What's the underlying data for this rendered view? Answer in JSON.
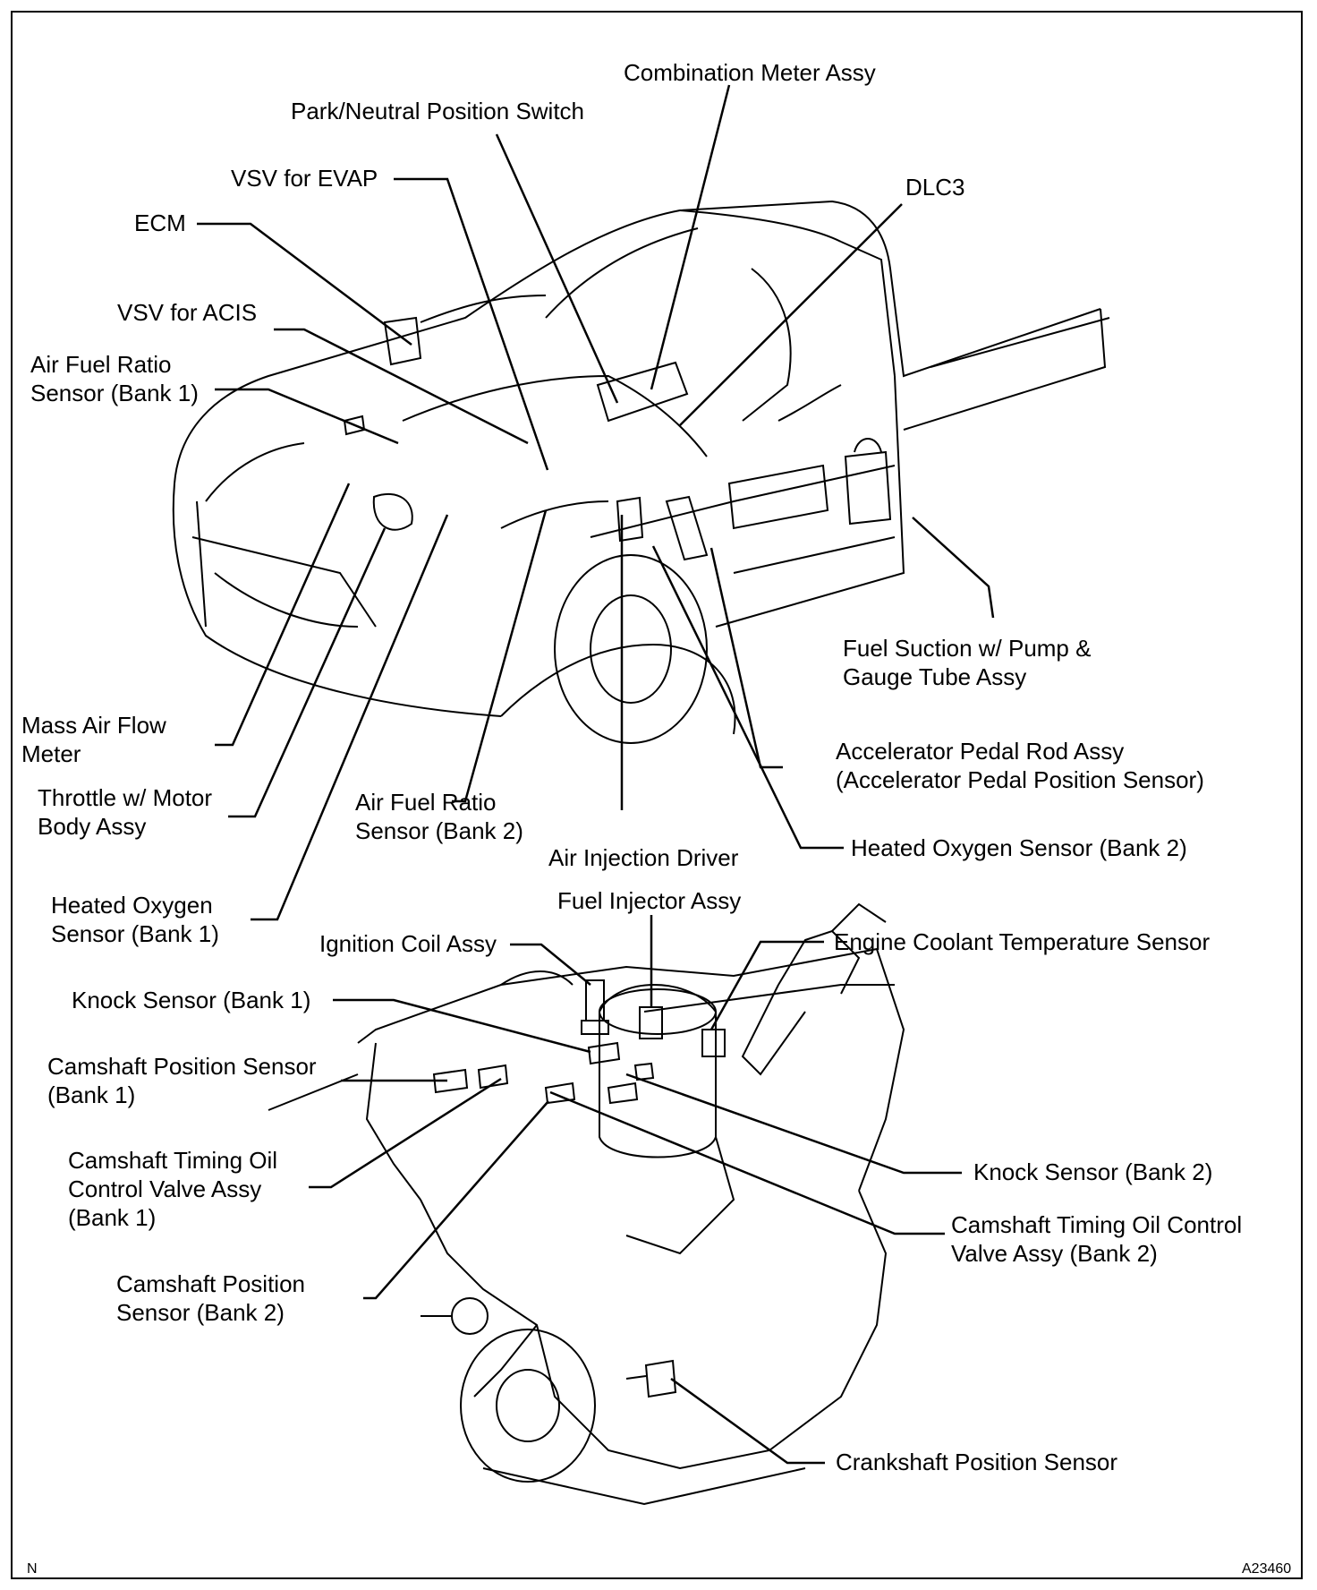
{
  "labels": {
    "combination_meter": "Combination Meter Assy",
    "park_neutral": "Park/Neutral Position Switch",
    "vsv_evap": "VSV for EVAP",
    "dlc3": "DLC3",
    "ecm": "ECM",
    "vsv_acis": "VSV for ACIS",
    "af_sensor_b1": [
      "Air Fuel Ratio",
      "Sensor (Bank 1)"
    ],
    "fuel_suction": [
      "Fuel Suction w/ Pump &",
      "Gauge Tube Assy"
    ],
    "mass_air_flow": [
      "Mass Air Flow",
      "Meter"
    ],
    "accel_pedal": [
      "Accelerator Pedal Rod Assy",
      "(Accelerator Pedal Position Sensor)"
    ],
    "throttle": [
      "Throttle w/ Motor",
      "Body Assy"
    ],
    "af_sensor_b2": [
      "Air Fuel Ratio",
      "Sensor (Bank 2)"
    ],
    "heated_o2_b2": "Heated Oxygen Sensor (Bank 2)",
    "air_injection": "Air Injection Driver",
    "heated_o2_b1": [
      "Heated Oxygen",
      "Sensor (Bank 1)"
    ],
    "fuel_injector": "Fuel Injector Assy",
    "ignition_coil": "Ignition Coil Assy",
    "coolant_temp": "Engine Coolant Temperature Sensor",
    "knock_b1": "Knock Sensor (Bank 1)",
    "cam_pos_b1": [
      "Camshaft Position Sensor",
      "(Bank 1)"
    ],
    "cam_timing_b1": [
      "Camshaft Timing Oil",
      "Control Valve Assy",
      "(Bank 1)"
    ],
    "knock_b2": "Knock Sensor (Bank 2)",
    "cam_timing_b2": [
      "Camshaft Timing Oil Control",
      "Valve Assy (Bank 2)"
    ],
    "cam_pos_b2": [
      "Camshaft Position",
      "Sensor (Bank 2)"
    ],
    "crankshaft": "Crankshaft Position Sensor"
  },
  "footer": {
    "left": "N",
    "right": "A23460"
  }
}
